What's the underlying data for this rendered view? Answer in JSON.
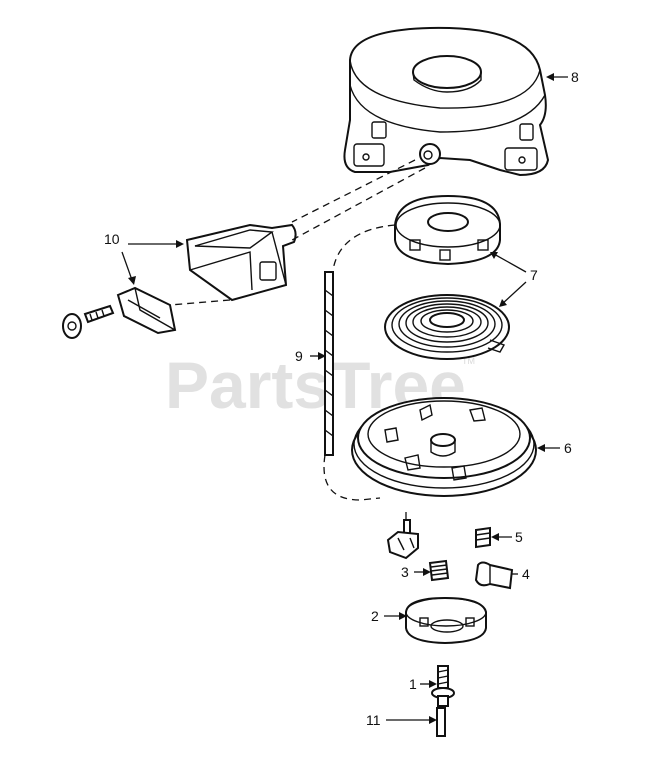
{
  "watermark": {
    "text": "PartsTree",
    "tm": "TM"
  },
  "callouts": [
    {
      "id": "8",
      "label": "8"
    },
    {
      "id": "10",
      "label": "10"
    },
    {
      "id": "7",
      "label": "7"
    },
    {
      "id": "9",
      "label": "9"
    },
    {
      "id": "6",
      "label": "6"
    },
    {
      "id": "5",
      "label": "5"
    },
    {
      "id": "3",
      "label": "3"
    },
    {
      "id": "4",
      "label": "4"
    },
    {
      "id": "2",
      "label": "2"
    },
    {
      "id": "1",
      "label": "1"
    },
    {
      "id": "11",
      "label": "11"
    }
  ],
  "colors": {
    "line": "#111111",
    "watermark": "#c9c9c9",
    "background": "#ffffff"
  }
}
